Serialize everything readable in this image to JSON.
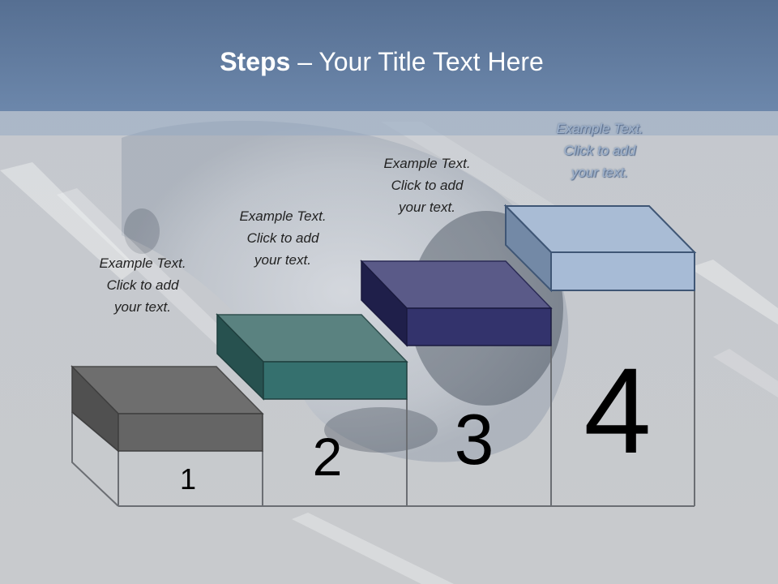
{
  "slide": {
    "title_bold": "Steps",
    "title_rest": " – Your Title Text Here",
    "steps": [
      {
        "number": "1",
        "line1": "Example Text.",
        "line2": "Click  to add",
        "line3": "your text."
      },
      {
        "number": "2",
        "line1": "Example Text.",
        "line2": "Click  to add",
        "line3": "your text."
      },
      {
        "number": "3",
        "line1": "Example Text.",
        "line2": "Click  to add",
        "line3": "your text."
      },
      {
        "number": "4",
        "line1": "Example Text.",
        "line2": "Click  to add",
        "line3": "your text."
      }
    ]
  },
  "colors": {
    "header": "#6c87ab",
    "step1": "#6a6a6a",
    "step2": "#35706e",
    "step3": "#33336c",
    "step4": "#a7bbd6"
  }
}
